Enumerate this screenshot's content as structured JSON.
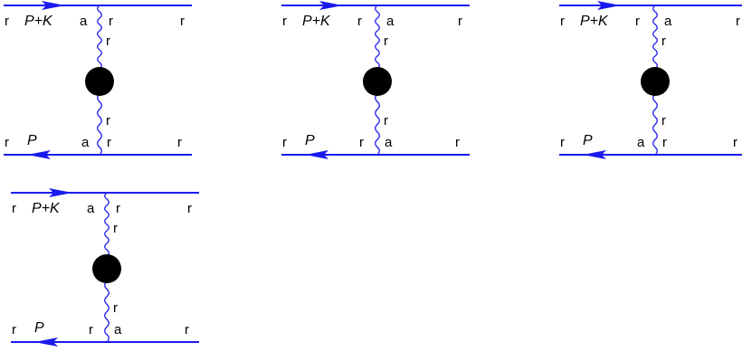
{
  "colors": {
    "line": "#1a1aee",
    "blob": "#000000",
    "text": "#000000",
    "background": "#ffffff"
  },
  "diagrams": [
    {
      "top_momentum": "P+K",
      "bottom_momentum": "P",
      "top": {
        "left_end": "r",
        "left_vertex": "a",
        "right_vertex": "r",
        "right_end": "r"
      },
      "bottom": {
        "left_end": "r",
        "left_vertex": "a",
        "right_vertex": "r",
        "right_end": "r"
      },
      "prop_upper": "r",
      "prop_lower": "r"
    },
    {
      "top_momentum": "P+K",
      "bottom_momentum": "P",
      "top": {
        "left_end": "r",
        "left_vertex": "r",
        "right_vertex": "a",
        "right_end": "r"
      },
      "bottom": {
        "left_end": "r",
        "left_vertex": "r",
        "right_vertex": "a",
        "right_end": "r"
      },
      "prop_upper": "r",
      "prop_lower": "r"
    },
    {
      "top_momentum": "P+K",
      "bottom_momentum": "P",
      "top": {
        "left_end": "r",
        "left_vertex": "r",
        "right_vertex": "a",
        "right_end": "r"
      },
      "bottom": {
        "left_end": "r",
        "left_vertex": "a",
        "right_vertex": "r",
        "right_end": "r"
      },
      "prop_upper": "r",
      "prop_lower": "r"
    },
    {
      "top_momentum": "P+K",
      "bottom_momentum": "P",
      "top": {
        "left_end": "r",
        "left_vertex": "a",
        "right_vertex": "r",
        "right_end": "r"
      },
      "bottom": {
        "left_end": "r",
        "left_vertex": "r",
        "right_vertex": "a",
        "right_end": "r"
      },
      "prop_upper": "r",
      "prop_lower": "r"
    }
  ]
}
